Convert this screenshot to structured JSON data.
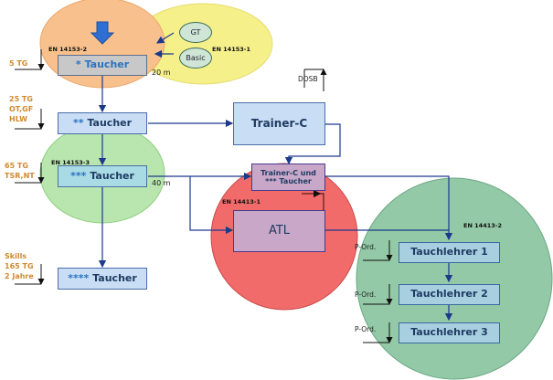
{
  "standards": {
    "en14153_2": "EN 14153-2",
    "en14153_1": "EN 14153-1",
    "en14153_3": "EN 14153-3",
    "en14413_1": "EN 14413-1",
    "en14413_2": "EN 14413-2"
  },
  "entry": {
    "gt": "GT",
    "basic": "Basic"
  },
  "levels": [
    {
      "id": "taucher1",
      "stars": "*",
      "label": "Taucher",
      "depth": "20 m",
      "requirements": [
        "5 TG"
      ]
    },
    {
      "id": "taucher2",
      "stars": "**",
      "label": "Taucher",
      "requirements": [
        "25 TG",
        "OT,GF",
        "HLW"
      ]
    },
    {
      "id": "taucher3",
      "stars": "***",
      "label": "Taucher",
      "depth": "40 m",
      "requirements": [
        "65 TG",
        "TSR,NT"
      ]
    },
    {
      "id": "taucher4",
      "stars": "****",
      "label": "Taucher",
      "requirements": [
        "Skills",
        "165 TG",
        "2 Jahre"
      ]
    }
  ],
  "trainer": {
    "trainer_c": "Trainer-C",
    "dosb": "DOSB",
    "combo_line1": "Trainer-C und",
    "combo_line2": "*** Taucher",
    "atl": "ATL"
  },
  "tauchlehrer": [
    {
      "label": "Tauchlehrer 1",
      "requirement": "P-Ord."
    },
    {
      "label": "Tauchlehrer 2",
      "requirement": "P-Ord."
    },
    {
      "label": "Tauchlehrer 3",
      "requirement": "P-Ord."
    }
  ],
  "colors": {
    "orange_zone": "#f8c08c",
    "yellow_zone": "#f6f08a",
    "green_zone": "#b9e6ae",
    "red_zone": "#f26b6b",
    "teal_zone": "#93c9a6",
    "arrow": "#1c3a8c",
    "requirement_text": "#d08a2e"
  }
}
